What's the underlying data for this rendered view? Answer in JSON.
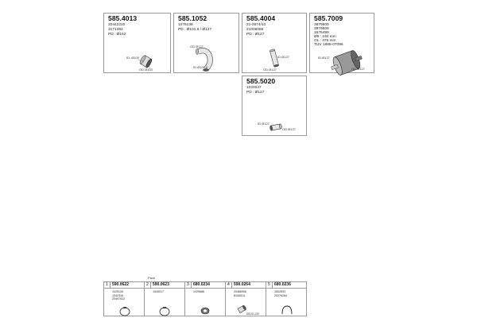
{
  "parts": [
    {
      "code": "585.4013",
      "lines": [
        "20442220",
        "3171382",
        "PD : Ø152"
      ],
      "labels": [
        "ID: Ø100",
        "OD Ø103"
      ]
    },
    {
      "code": "585.1052",
      "lines": [
        "1076138",
        "PD : Ø101.6 / Ø127"
      ],
      "labels": [
        "OD Ø127",
        "ID Ø101.6"
      ]
    },
    {
      "code": "585.4004",
      "lines": [
        "21-2874/10",
        "21006055",
        "PD : Ø127"
      ],
      "labels": [
        "ID Ø127",
        "OD Ø127"
      ]
    },
    {
      "code": "585.7009",
      "lines": [
        "3979609",
        "3979509",
        "1576499",
        "Ø5 : 160 mm",
        "OL : 475 mm",
        "TUV 1885-07096"
      ],
      "labels": [
        "ID Ø127",
        "OD Ø127"
      ]
    },
    {
      "code": "585.5020",
      "lines": [
        "1020027",
        "PD : Ø127"
      ],
      "labels": [
        "ID Ø127",
        "OD Ø127"
      ]
    }
  ],
  "strip": {
    "caption": "Pack",
    "cells": [
      {
        "num": "1",
        "code": "590.0622",
        "lines": [
          "1025134",
          "1042316",
          "20497022"
        ]
      },
      {
        "num": "2",
        "code": "590.0623",
        "lines": [
          "1545017"
        ]
      },
      {
        "num": "3",
        "code": "680.0234",
        "lines": [
          "1029686"
        ]
      },
      {
        "num": "4",
        "code": "590.0264",
        "lines": [
          "20466906",
          "8154514"
        ],
        "label": "Ø125-130"
      },
      {
        "num": "5",
        "code": "680.0236",
        "lines": [
          "1602833",
          "20276264"
        ]
      }
    ]
  }
}
